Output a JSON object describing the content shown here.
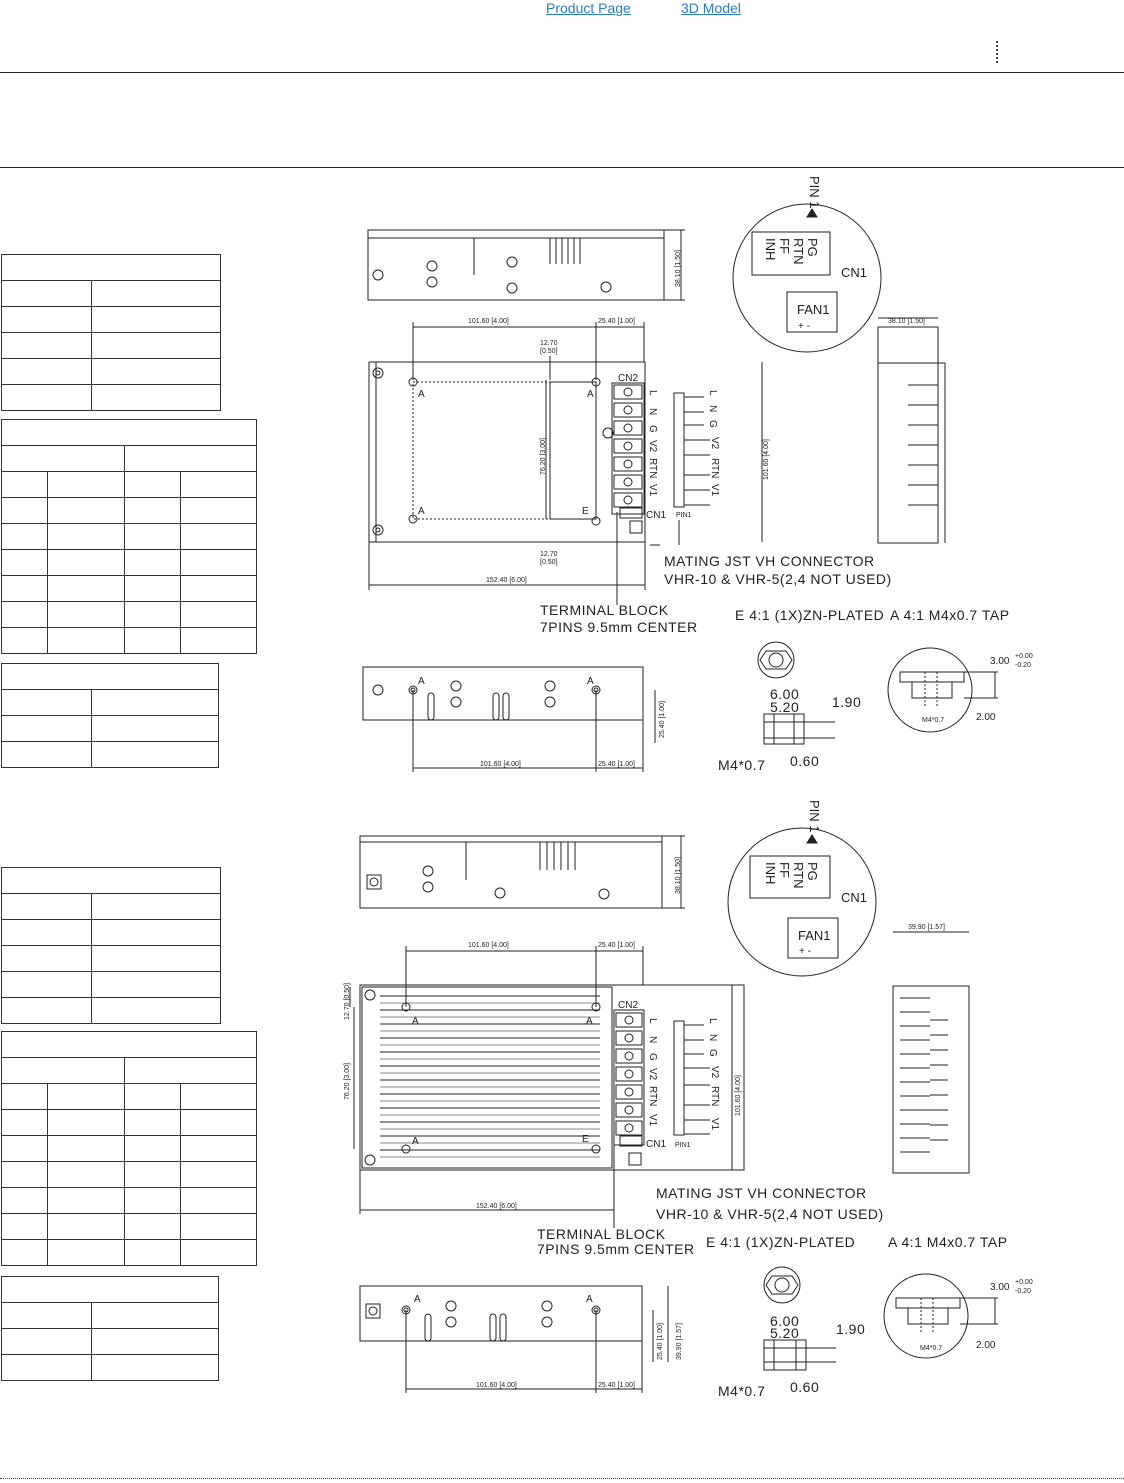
{
  "nav": {
    "product_page": "Product Page",
    "model_3d": "3D Model"
  },
  "drawing_a": {
    "top_view": {
      "dim_height": "38.10 [1.50]"
    },
    "main_view": {
      "dim_101": "101.60 [4.00]",
      "dim_25": "25.40 [1.00]",
      "dim_12_top": "12.70",
      "dim_12_top_in": "[0.50]",
      "dim_76": "76.20 [3.00]",
      "dim_101_v": "101.60 [4.00]",
      "dim_12_bot": "12.70",
      "dim_12_bot_in": "[0.50]",
      "dim_152": "152.40 [6.00]",
      "hole_a": "A",
      "hole_e": "E",
      "cn2": "CN2",
      "cn1": "CN1",
      "pin1": "PIN1",
      "terminals": [
        "L",
        "N",
        "G",
        "V2",
        "RTN",
        "V1"
      ]
    },
    "side_view": {
      "dim_height": "38.10 [1.50]"
    },
    "connector": {
      "pin1": "PIN 1",
      "pins": [
        "PG",
        "RTN",
        "FF",
        "INH"
      ],
      "cn1": "CN1",
      "fan": "FAN1",
      "fan_pol": "+     -"
    },
    "notes": {
      "mating_1": "MATING  JST  VH  CONNECTOR",
      "mating_2": "VHR-10  &  VHR-5(2,4  NOT  USED)",
      "tb_1": "TERMINAL  BLOCK",
      "tb_2": "7PINS  9.5mm  CENTER",
      "detail_e": "E  4:1  (1X)ZN-PLATED",
      "detail_a": "A  4:1  M4x0.7  TAP"
    },
    "bottom_view": {
      "dim_101": "101.60 [4.00]",
      "dim_25": "25.40 [1.00]",
      "dim_25_v": "25.40 [1.00]"
    },
    "detail": {
      "d600": "6.00",
      "d520": "5.20",
      "d190": "1.90",
      "m4": "M4*0.7",
      "d060": "0.60",
      "tap_m4": "M4*0.7",
      "d300": "3.00",
      "tol_p": "+0.00",
      "tol_n": "-0.20",
      "d200": "2.00"
    }
  },
  "drawing_b": {
    "top_view": {
      "dim_height": "38.10 [1.50]"
    },
    "main_view": {
      "dim_101": "101.60 [4.00]",
      "dim_25": "25.40 [1.00]",
      "dim_12": "12.70 [0.50]",
      "dim_76": "76.20 [3.00]",
      "dim_101_v": "101.60 [4.00]",
      "dim_152": "152.40 [6.00]",
      "hole_a": "A",
      "hole_e": "E",
      "cn2": "CN2",
      "cn1": "CN1",
      "pin1": "PIN1",
      "terminals": [
        "L",
        "N",
        "G",
        "V2",
        "RTN",
        "V1"
      ]
    },
    "side_view": {
      "dim_height": "39.90 [1.57]"
    },
    "connector": {
      "pin1": "PIN 1",
      "pins": [
        "PG",
        "RTN",
        "FF",
        "INH"
      ],
      "cn1": "CN1",
      "fan": "FAN1",
      "fan_pol": "+     -"
    },
    "notes": {
      "mating_1": "MATING  JST  VH  CONNECTOR",
      "mating_2": "VHR-10  &  VHR-5(2,4  NOT  USED)",
      "tb_1": "TERMINAL  BLOCK",
      "tb_2": "7PINS  9.5mm  CENTER",
      "detail_e": "E  4:1  (1X)ZN-PLATED",
      "detail_a": "A  4:1  M4x0.7  TAP"
    },
    "bottom_view": {
      "dim_101": "101.60 [4.00]",
      "dim_25": "25.40 [1.00]",
      "dim_25_v": "25.40 [1.00]",
      "dim_39_v": "39.90 [1.57]"
    },
    "detail": {
      "d600": "6.00",
      "d520": "5.20",
      "d190": "1.90",
      "m4": "M4*0.7",
      "d060": "0.60",
      "tap_m4": "M4*0.7",
      "d300": "3.00",
      "tol_p": "+0.00",
      "tol_n": "-0.20",
      "d200": "2.00"
    }
  }
}
